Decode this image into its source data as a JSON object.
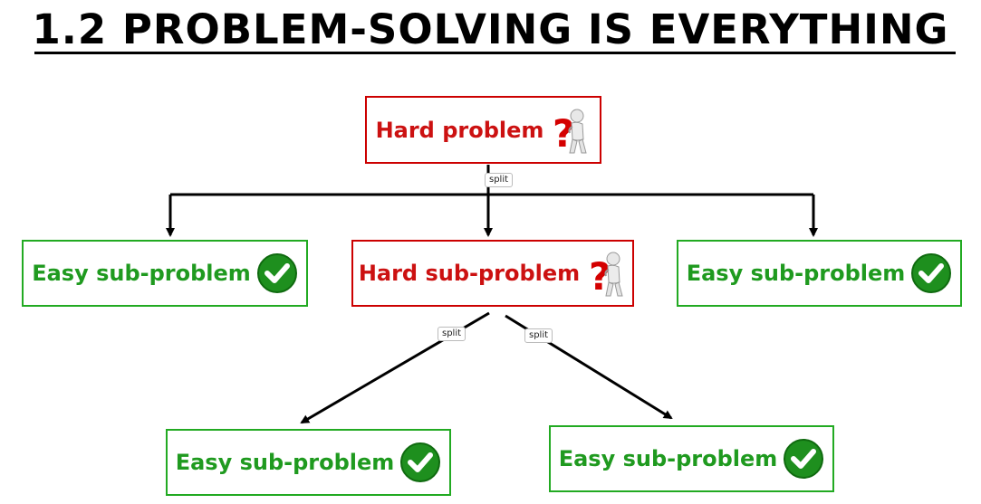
{
  "title": "1.2  PROBLEM-SOLVING IS EVERYTHING",
  "nodes": {
    "root": {
      "label": "Hard problem",
      "icon": "thinking-figure-question-mark-icon"
    },
    "left": {
      "label": "Easy sub-problem",
      "icon": "green-checkmark-icon"
    },
    "middle": {
      "label": "Hard sub-problem",
      "icon": "thinking-figure-question-mark-icon"
    },
    "right": {
      "label": "Easy sub-problem",
      "icon": "green-checkmark-icon"
    },
    "bottom_left": {
      "label": "Easy sub-problem",
      "icon": "green-checkmark-icon"
    },
    "bottom_right": {
      "label": "Easy sub-problem",
      "icon": "green-checkmark-icon"
    }
  },
  "edges": {
    "root_split": "split",
    "middle_split_left": "split",
    "middle_split_right": "split"
  },
  "colors": {
    "hard_border": "#cc0000",
    "hard_text": "#cc1111",
    "easy_border": "#22aa22",
    "easy_text": "#1f9a1f",
    "check_fill": "#1e8f1e",
    "question_mark": "#d40000"
  }
}
